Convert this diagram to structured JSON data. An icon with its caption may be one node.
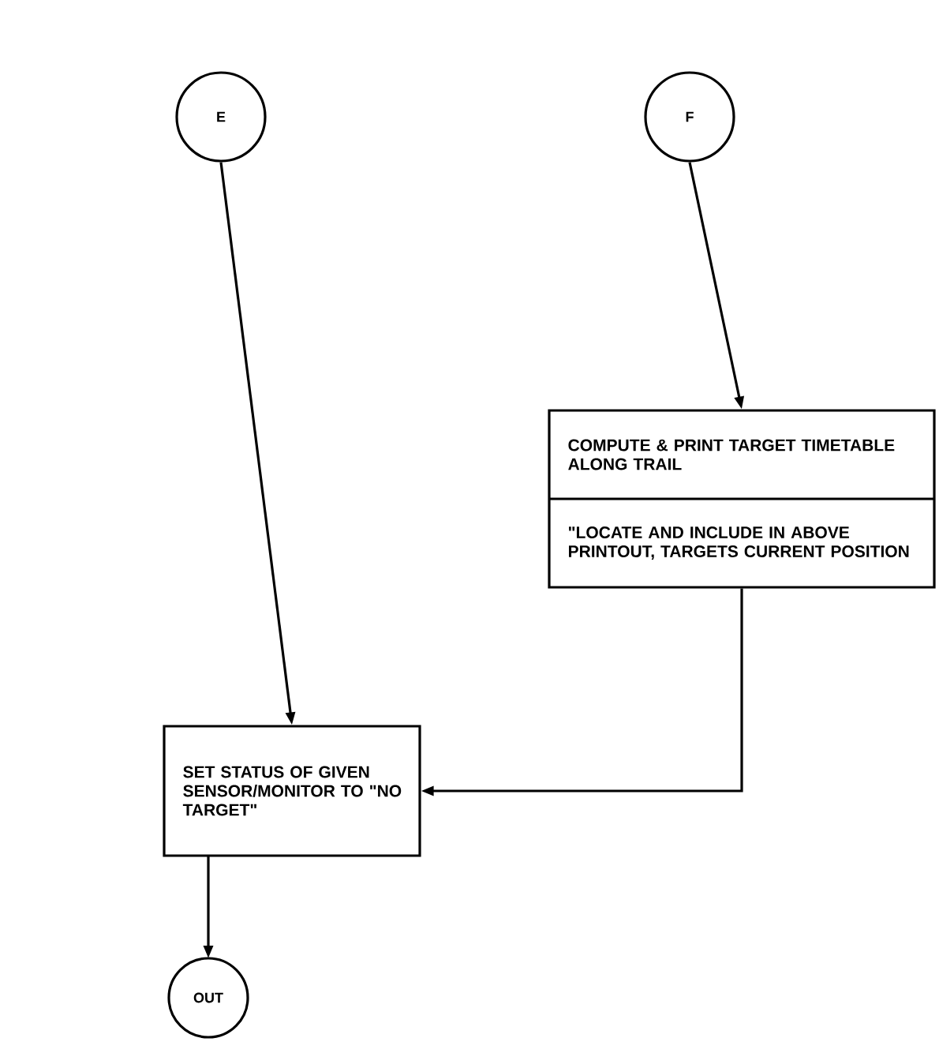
{
  "diagram": {
    "nodes": [
      {
        "text": [
          "E"
        ]
      },
      {
        "text": [
          "F"
        ]
      },
      {
        "text": [
          "COMPUTE & PRINT TARGET TIMETABLE ALONG TRAIL",
          "\"LOCATE AND INCLUDE IN ABOVE PRINTOUT, TARGETS CURRENT POSITION"
        ]
      },
      {
        "text": [
          "SET STATUS OF GIVEN SENSOR/MONITOR TO \"NO TARGET\""
        ]
      },
      {
        "text": [
          "OUT"
        ]
      }
    ],
    "edges": [
      {
        "from": 0,
        "to": 3,
        "arrow": "to"
      },
      {
        "from": 1,
        "to": 2,
        "arrow": "to"
      },
      {
        "from": 2,
        "to": 3,
        "arrow": "to"
      },
      {
        "from": 3,
        "to": 4,
        "arrow": "to"
      }
    ]
  }
}
